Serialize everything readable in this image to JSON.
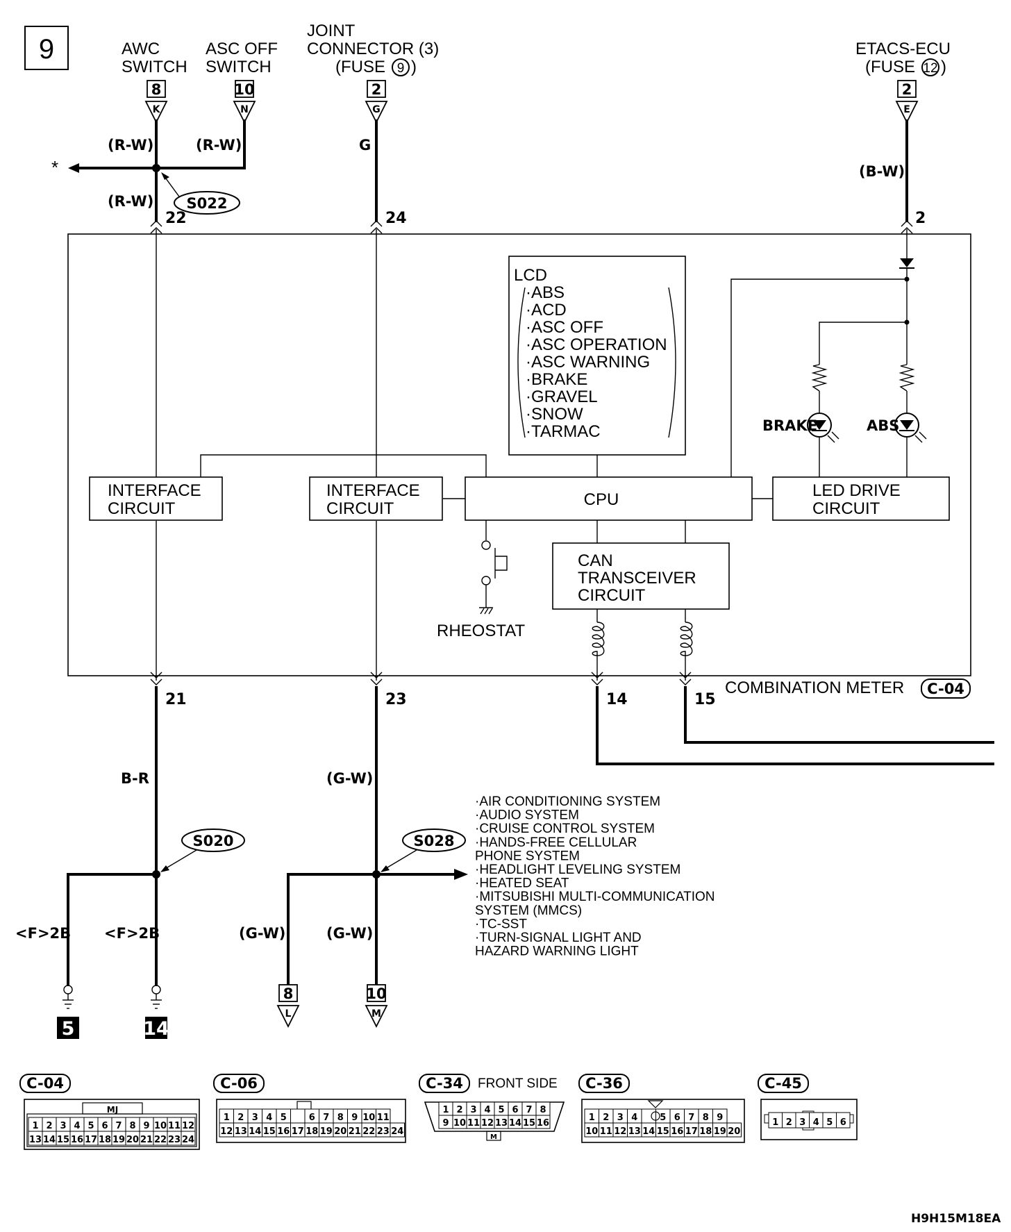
{
  "page_number": "9",
  "components": {
    "awc_switch": {
      "name": "AWC\nSWITCH",
      "pin": "8",
      "connector": "K",
      "wire": "(R-W)"
    },
    "asc_off_switch": {
      "name": "ASC OFF\nSWITCH",
      "pin": "10",
      "connector": "N",
      "wire": "(R-W)"
    },
    "joint_connector": {
      "name": "JOINT\nCONNECTOR (3)\n(FUSE",
      "fuse": "9",
      "pin": "2",
      "connector": "G",
      "wire": "G"
    },
    "etacs_ecu": {
      "name": "ETACS-ECU\n(FUSE",
      "fuse": "12",
      "pin": "2",
      "connector": "E",
      "wire": "(B-W)"
    }
  },
  "splices": {
    "s022": "S022",
    "s020": "S020",
    "s028": "S028"
  },
  "left_branch_wire": "(R-W)",
  "continuation_marker": "*",
  "meter_pins": {
    "p22": "22",
    "p24": "24",
    "p2": "2",
    "p21": "21",
    "p23": "23",
    "p14": "14",
    "p15": "15"
  },
  "meter": {
    "name": "COMBINATION METER",
    "connector": "C-04",
    "lcd_title": "LCD",
    "lcd_items": [
      "·ABS",
      "·ACD",
      "·ASC OFF",
      "·ASC OPERATION",
      "·ASC WARNING",
      "·BRAKE",
      "·GRAVEL",
      "·SNOW",
      "·TARMAC"
    ],
    "interface1": "INTERFACE\nCIRCUIT",
    "interface2": "INTERFACE\nCIRCUIT",
    "cpu": "CPU",
    "led_drive": "LED DRIVE\nCIRCUIT",
    "can_transceiver": "CAN\nTRANSCEIVER\nCIRCUIT",
    "rheostat": "RHEOSTAT",
    "brake_led": "BRAKE",
    "abs_led": "ABS"
  },
  "lower_wires": {
    "w21": "B-R",
    "w23": "(G-W)",
    "left_ground": "<F>2B",
    "right_ground": "<F>2B",
    "w8": "(G-W)",
    "w10": "(G-W)"
  },
  "grounds": {
    "g5": "5",
    "g14": "14"
  },
  "lower_connectors": {
    "c8_pin": "8",
    "c8_letter": "L",
    "c10_pin": "10",
    "c10_letter": "M"
  },
  "systems": [
    "·AIR CONDITIONING SYSTEM",
    "·AUDIO SYSTEM",
    "·CRUISE CONTROL SYSTEM",
    "·HANDS-FREE CELLULAR",
    " PHONE SYSTEM",
    "·HEADLIGHT LEVELING SYSTEM",
    "·HEATED SEAT",
    "·MITSUBISHI MULTI-COMMUNICATION",
    " SYSTEM (MMCS)",
    "·TC-SST",
    "·TURN-SIGNAL LIGHT AND",
    " HAZARD WARNING LIGHT"
  ],
  "connector_views": {
    "c04": {
      "label": "C-04",
      "key": "MJ",
      "top_row": [
        "1",
        "2",
        "3",
        "4",
        "5",
        "6",
        "7",
        "8",
        "9",
        "10",
        "11",
        "12"
      ],
      "bottom_row": [
        "13",
        "14",
        "15",
        "16",
        "17",
        "18",
        "19",
        "20",
        "21",
        "22",
        "23",
        "24"
      ]
    },
    "c06": {
      "label": "C-06",
      "top_row": [
        "1",
        "2",
        "3",
        "4",
        "5",
        "",
        "6",
        "7",
        "8",
        "9",
        "10",
        "11"
      ],
      "bottom_row": [
        "12",
        "13",
        "14",
        "15",
        "16",
        "17",
        "18",
        "19",
        "20",
        "21",
        "22",
        "23",
        "24"
      ]
    },
    "c34": {
      "label": "C-34",
      "note": "FRONT SIDE",
      "key": "M",
      "top_row": [
        "1",
        "2",
        "3",
        "4",
        "5",
        "6",
        "7",
        "8"
      ],
      "bottom_row": [
        "9",
        "10",
        "11",
        "12",
        "13",
        "14",
        "15",
        "16"
      ]
    },
    "c36": {
      "label": "C-36",
      "top_row": [
        "1",
        "2",
        "3",
        "4",
        "",
        "5",
        "6",
        "7",
        "8",
        "9"
      ],
      "bottom_row": [
        "10",
        "11",
        "12",
        "13",
        "14",
        "15",
        "16",
        "17",
        "18",
        "19",
        "20"
      ]
    },
    "c45": {
      "label": "C-45",
      "row": [
        "1",
        "2",
        "3",
        "4",
        "5",
        "6"
      ]
    }
  },
  "drawing_code": "H9H15M18EA"
}
